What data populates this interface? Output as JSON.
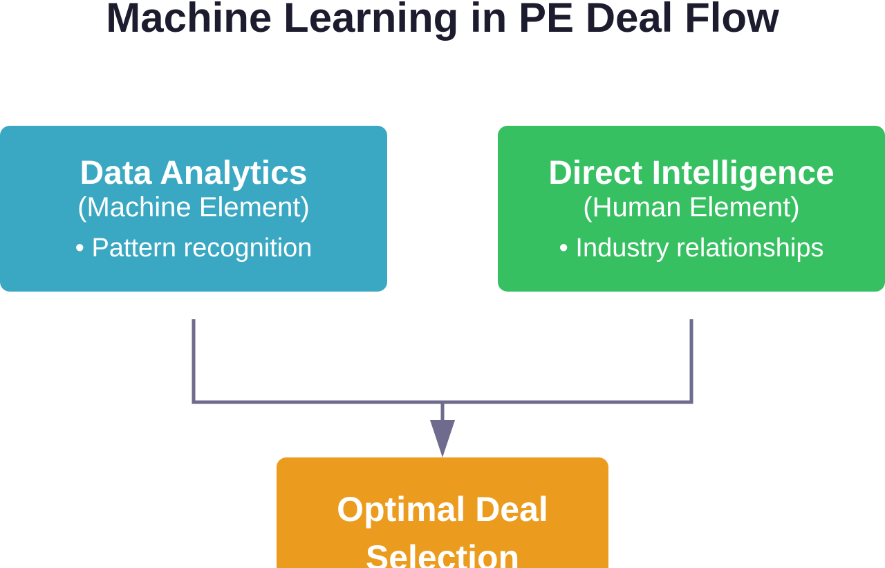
{
  "title": "Machine Learning in PE Deal Flow",
  "nodes": {
    "left": {
      "title": "Data Analytics",
      "subtitle": "(Machine Element)",
      "bullet": "• Pattern recognition",
      "color": "#3aa8c3"
    },
    "right": {
      "title": "Direct Intelligence",
      "subtitle": "(Human Element)",
      "bullet": "• Industry relationships",
      "color": "#36c062"
    },
    "bottom": {
      "title": "Optimal Deal Selection",
      "color": "#eb9c1e"
    }
  },
  "connector_color": "#6e6b8e"
}
